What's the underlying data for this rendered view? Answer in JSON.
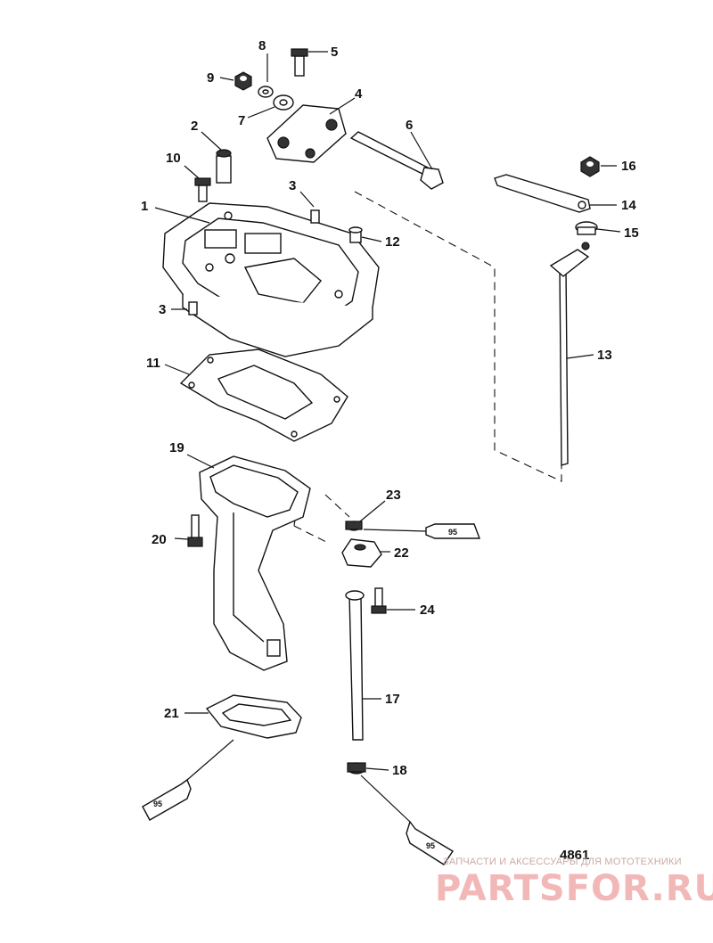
{
  "diagram": {
    "figure_number": "4861",
    "sealant_tube_label": "95",
    "callouts": {
      "c1": "1",
      "c2": "2",
      "c3a": "3",
      "c3b": "3",
      "c4": "4",
      "c5": "5",
      "c6": "6",
      "c7": "7",
      "c8": "8",
      "c9": "9",
      "c10": "10",
      "c11": "11",
      "c12": "12",
      "c13": "13",
      "c14": "14",
      "c15": "15",
      "c16": "16",
      "c17": "17",
      "c18": "18",
      "c19": "19",
      "c20": "20",
      "c21": "21",
      "c22": "22",
      "c23": "23",
      "c24": "24"
    }
  },
  "watermark": {
    "tagline": "ЗАПЧАСТИ И АКСЕССУАРЫ ДЛЯ МОТОТЕХНИКИ",
    "logo": "PARTSFOR.RU"
  }
}
